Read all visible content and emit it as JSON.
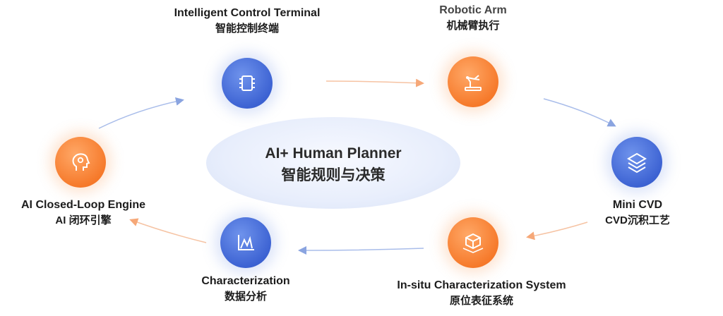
{
  "center": {
    "title_en": "AI+ Human Planner",
    "title_zh": "智能规则与决策"
  },
  "nodes": [
    {
      "id": "terminal",
      "en": "Intelligent Control Terminal",
      "zh": "智能控制终端",
      "color": "#3d63d3",
      "icon": "chip-icon"
    },
    {
      "id": "arm",
      "en": "Robotic Arm",
      "zh": "机械臂执行",
      "color": "#f67a2b",
      "icon": "robotic-arm-icon"
    },
    {
      "id": "cvd",
      "en": "Mini CVD",
      "zh": "CVD沉积工艺",
      "color": "#3d63d3",
      "icon": "layers-icon"
    },
    {
      "id": "insitu",
      "en": "In-situ Characterization System",
      "zh": "原位表征系统",
      "color": "#f67a2b",
      "icon": "cube-icon"
    },
    {
      "id": "char",
      "en": "Characterization",
      "zh": "数据分析",
      "color": "#3d63d3",
      "icon": "chart-icon"
    },
    {
      "id": "engine",
      "en": "AI Closed-Loop Engine",
      "zh": "AI 闭环引擎",
      "color": "#f67a2b",
      "icon": "head-gear-icon"
    }
  ]
}
